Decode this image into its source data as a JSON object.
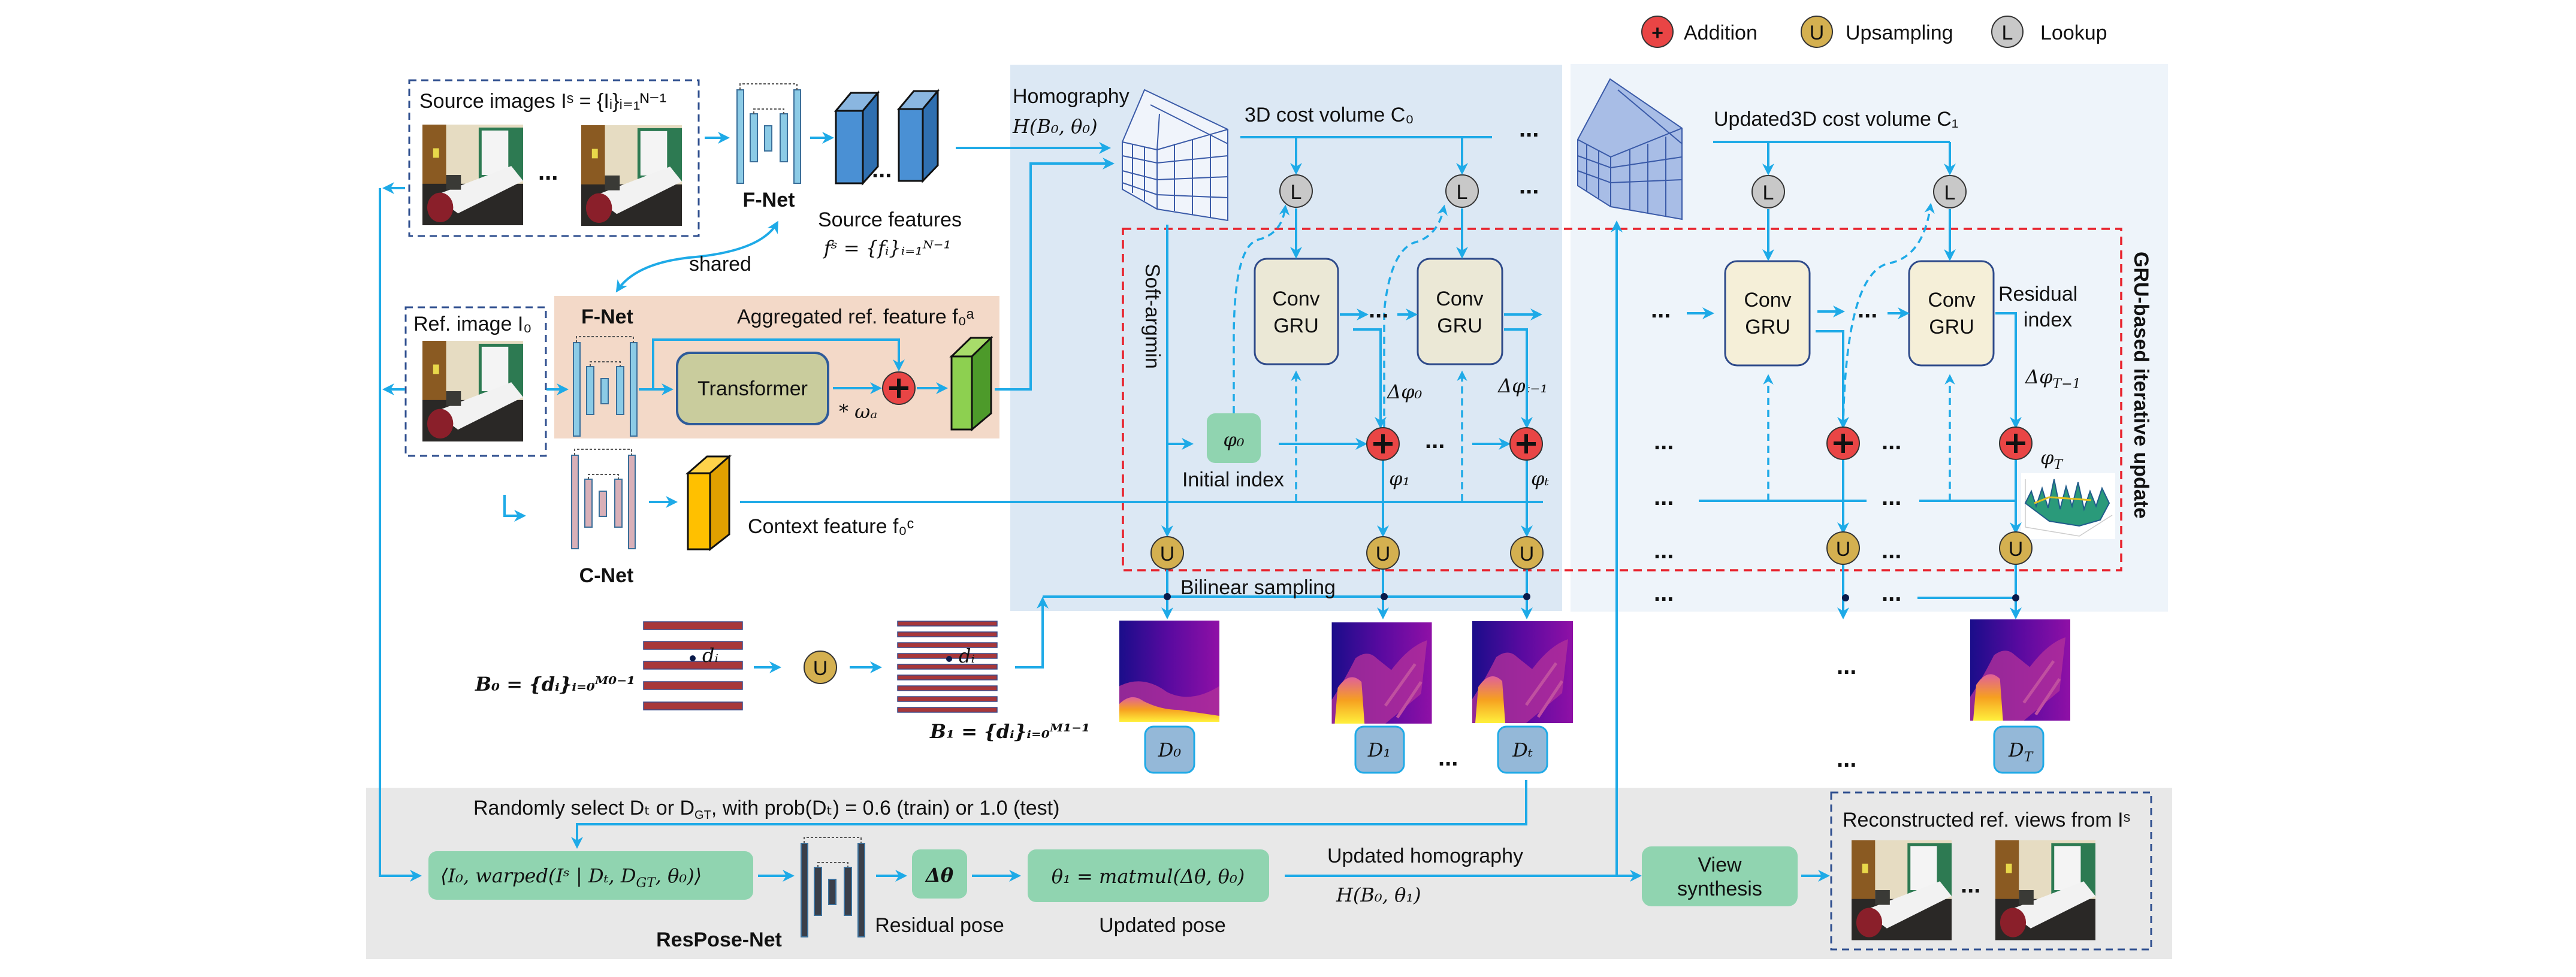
{
  "legend": {
    "addition": "Addition",
    "upsampling": "Upsampling",
    "lookup": "Lookup",
    "addition_glyph": "+",
    "upsampling_glyph": "U",
    "lookup_glyph": "L"
  },
  "colors": {
    "arrow": "#1eaae7",
    "addition": "#e94545",
    "upsampling": "#d4b050",
    "lookup": "#c8c8c8",
    "panel_blue": "#dce8f4",
    "panel_light": "#eef4fa",
    "panel_peach": "#f3d9c8",
    "panel_gray": "#e8e8e8",
    "gru_box": "#f0ecd6",
    "green_box": "#90d4b0",
    "red_dashed": "#e8202a"
  },
  "source": {
    "title": "Source images Iˢ = {Iᵢ}ᵢ₌₁ᴺ⁻¹",
    "ellipsis": "..."
  },
  "fnet_top": "F-Net",
  "source_features": {
    "label": "Source features",
    "formula": "fˢ = {fᵢ}ᵢ₌₁ᴺ⁻¹",
    "ellipsis": "..."
  },
  "shared": "shared",
  "ref": {
    "title": "Ref. image I₀"
  },
  "fnet_ref": "F-Net",
  "aggregated": "Aggregated ref. feature f₀ᵃ",
  "transformer": "Transformer",
  "omega": "* ωₐ",
  "cnet": "C-Net",
  "context": "Context feature f₀ᶜ",
  "homography": {
    "label": "Homography",
    "formula": "H(B₀, θ₀)"
  },
  "cost0": "3D cost volume C₀",
  "cost1": "Updated3D cost volume C₁",
  "softargmin": "Soft-argmin",
  "convgru": {
    "line1": "Conv",
    "line2": "GRU"
  },
  "phi0": "φ₀",
  "initial_index": "Initial index",
  "dphi0": "Δφ₀",
  "dphit1": "Δφₜ₋₁",
  "phi1": "φ₁",
  "phit": "φₜ",
  "residual_index": {
    "line1": "Residual",
    "line2": "index"
  },
  "dphiT1": {
    "main": "Δφ",
    "sub": "T−1"
  },
  "phiT": {
    "main": "φ",
    "sub": "T"
  },
  "bilinear": "Bilinear sampling",
  "ellipsis": "...",
  "b0": {
    "formula": "B₀ = {dᵢ}ᵢ₌₀ᴹ⁰⁻¹",
    "di": "dᵢ"
  },
  "b1": {
    "formula": "B₁ = {dᵢ}ᵢ₌₀ᴹ¹⁻¹",
    "di": "dᵢ"
  },
  "depth_labels": {
    "d0": "D₀",
    "d1": "D₁",
    "dt": "Dₜ",
    "dT_main": "D",
    "dT_sub": "T"
  },
  "gray": {
    "random_pre": "Randomly select Dₜ or D",
    "random_sub": "GT",
    "random_post": ", with prob(Dₜ) = 0.6 (train) or 1.0 (test)",
    "warped_pre": "⟨I₀, warped(Iˢ | Dₜ, D",
    "warped_sub": "GT",
    "warped_post": ", θ₀)⟩",
    "respose": "ResPose-Net",
    "dtheta": "Δθ",
    "residual_pose": "Residual pose",
    "theta1": "θ₁ = matmul(Δθ, θ₀)",
    "updated_pose": "Updated pose",
    "updated_homography": "Updated homography",
    "h1": "H(B₀, θ₁)",
    "view_synthesis": {
      "line1": "View",
      "line2": "synthesis"
    },
    "recon": "Reconstructed ref. views from Iˢ"
  },
  "gru_update": "GRU-based iterative update"
}
